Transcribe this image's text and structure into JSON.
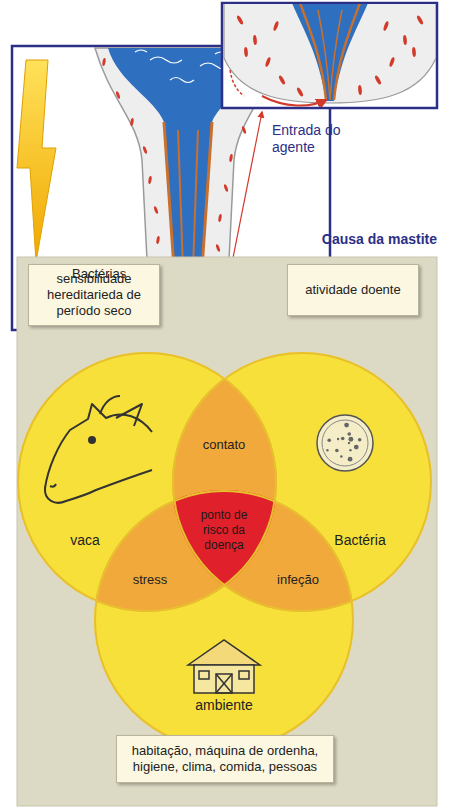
{
  "diagram": {
    "title": "Causa da mastite",
    "nodes": [
      {
        "text": [
          "sensibilidade hereditarieda de período seco"
        ]
      },
      {
        "text": [
          "atividade doente"
        ]
      },
      {
        "text": [
          "vaca"
        ]
      },
      {
        "text": [
          "Bactéria"
        ]
      },
      {
        "text": [
          "ambiente"
        ]
      },
      {
        "text": [
          "habitação, máquina de ordenha, higiene, clima, comida, pessoas"
        ]
      }
    ],
    "labels": [
      "Bactérias",
      "Entrada do agente",
      "contato",
      "ponto de risco da doença",
      "stress",
      "infeção"
    ]
  }
}
